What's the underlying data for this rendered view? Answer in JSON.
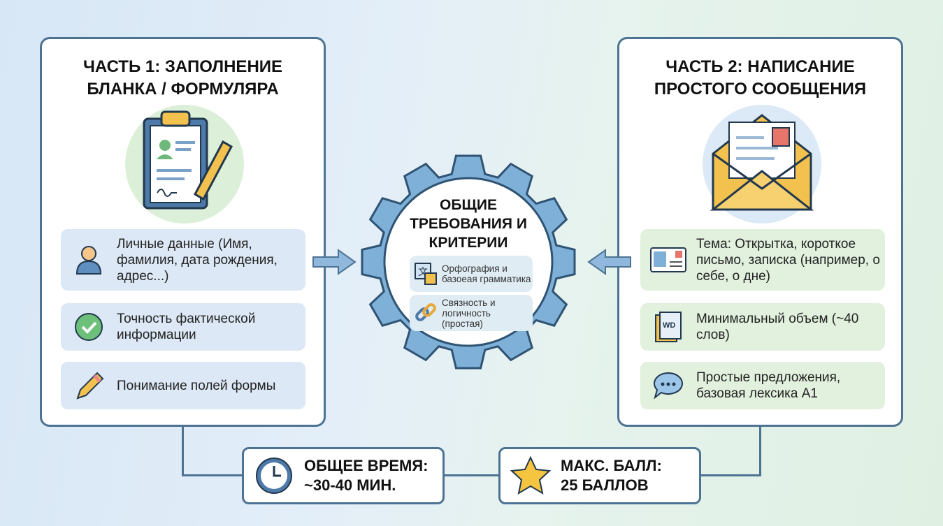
{
  "part1": {
    "title_line1": "ЧАСТЬ 1: ЗАПОЛНЕНИЕ",
    "title_line2": "БЛАНКА / ФОРМУЛЯРА",
    "items": [
      {
        "text": "Личные данные (Имя, фамилия, дата рождения, адрес...)",
        "icon": "person-icon"
      },
      {
        "text": "Точность фактической информации",
        "icon": "check-circle-icon"
      },
      {
        "text": "Понимание полей формы",
        "icon": "pencil-icon"
      }
    ]
  },
  "part2": {
    "title_line1": "ЧАСТЬ 2: НАПИСАНИЕ",
    "title_line2": "ПРОСТОГО СООБЩЕНИЯ",
    "items": [
      {
        "text": "Тема: Открытка, короткое письмо, записка (например, о себе, о дне)",
        "icon": "postcard-icon"
      },
      {
        "text": "Минимальный объем (~40 слов)",
        "icon": "word-document-icon"
      },
      {
        "text": "Простые предложения, базовая лексика А1",
        "icon": "speech-bubble-icon"
      }
    ]
  },
  "center": {
    "title": "ОБЩИЕ ТРЕБОВАНИЯ И КРИТЕРИИ",
    "items": [
      {
        "text": "Орфография и базоеая грамматика",
        "icon": "translate-icon"
      },
      {
        "text": "Связность и логичность (простая)",
        "icon": "chain-link-icon"
      }
    ]
  },
  "footer": {
    "time_line1": "ОБЩЕЕ ВРЕМЯ:",
    "time_line2": "~30-40 МИН.",
    "score_line1": "МАКС. БАЛЛ:",
    "score_line2": "25 БАЛЛОВ"
  },
  "colors": {
    "border": "#4d7393",
    "gear": "#7fb0d8",
    "star": "#f5c542"
  }
}
